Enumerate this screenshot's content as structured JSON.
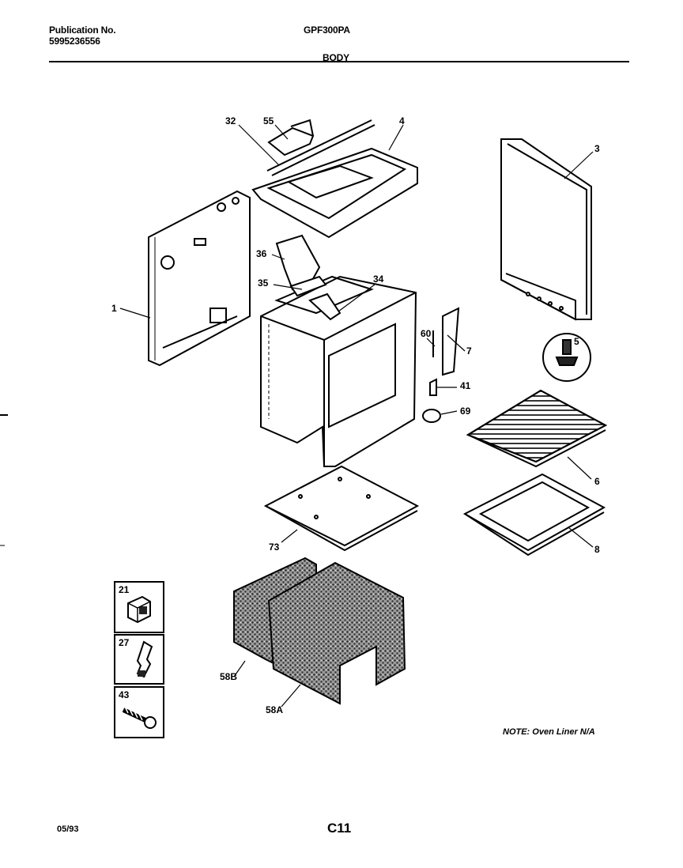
{
  "header": {
    "publication_label": "Publication No.",
    "publication_number": "5995236556",
    "model": "GPF300PA",
    "section": "BODY"
  },
  "footer": {
    "date": "05/93",
    "page_code": "C11"
  },
  "note": "NOTE: Oven Liner N/A",
  "callouts": {
    "c1": "1",
    "c3": "3",
    "c4": "4",
    "c5": "5",
    "c6": "6",
    "c7": "7",
    "c8": "8",
    "c32": "32",
    "c55": "55",
    "c36": "36",
    "c35": "35",
    "c34": "34",
    "c60": "60",
    "c41": "41",
    "c69": "69",
    "c73": "73",
    "c58B": "58B",
    "c58A": "58A"
  },
  "insets": [
    {
      "label": "21"
    },
    {
      "label": "27"
    },
    {
      "label": "43"
    }
  ]
}
